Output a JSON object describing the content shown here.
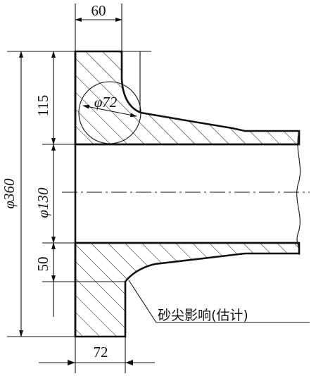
{
  "dimensions": {
    "flange_width": "60",
    "flange_height": "115",
    "fillet_diameter": "φ72",
    "outer_diameter": "φ360",
    "bore_diameter": "φ130",
    "lower_step": "50",
    "bottom_width": "72"
  },
  "annotation": {
    "note": "砂尖影响(估计)"
  }
}
